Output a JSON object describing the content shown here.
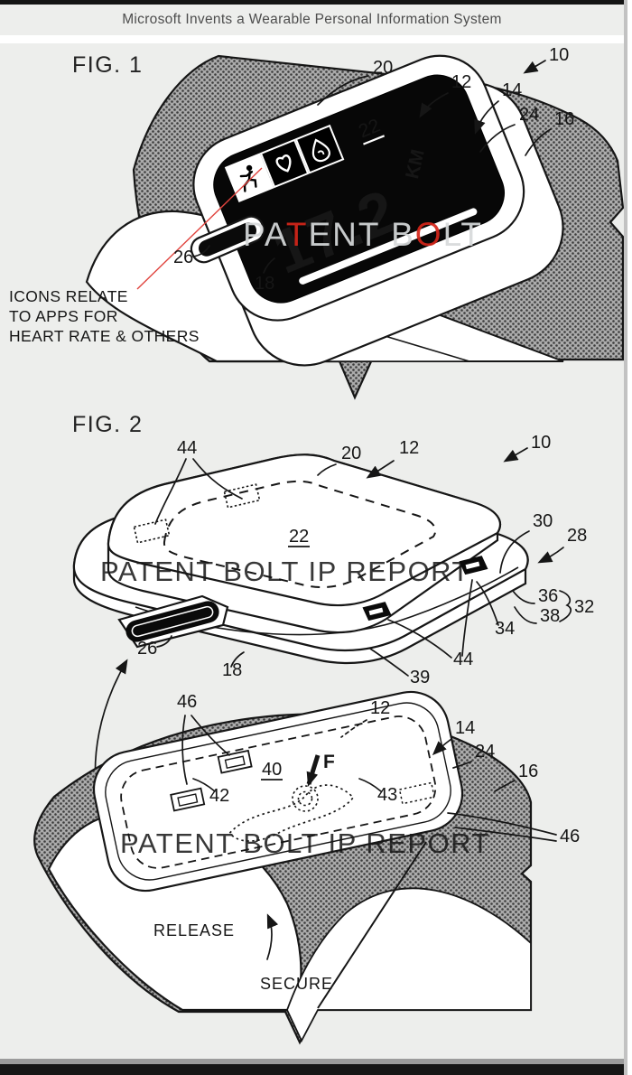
{
  "page": {
    "title": "Microsoft Invents a Wearable Personal Information System"
  },
  "colors": {
    "accent_red": "#e23a31",
    "line_black": "#161616",
    "band_gray": "#ababab",
    "watermark_gray": "#8f969a",
    "watermark_light": "#d7dadb"
  },
  "fig1": {
    "label": "FIG. 1",
    "screen": {
      "distance_value": "17.2",
      "distance_unit": "KM",
      "icons": [
        "runner-icon",
        "heart-icon",
        "droplet-icon"
      ]
    },
    "watermark": {
      "part1": "PA",
      "red_t": "T",
      "part2": "ENT B",
      "red_o": "O",
      "part3": "LT"
    },
    "note": {
      "line1": "ICONS RELATE",
      "line2": "TO APPS FOR",
      "line3": "HEART RATE & OTHERS"
    },
    "refs": {
      "system": "10",
      "display": "12",
      "inner_band": "14",
      "band": "16",
      "housing": "18",
      "cover": "20",
      "screen": "22",
      "rim": "24",
      "button": "26"
    }
  },
  "fig2": {
    "label": "FIG. 2",
    "watermark": "PATENT BOLT IP REPORT",
    "force_label": "F",
    "release_label": "RELEASE",
    "secure_label": "SECURE",
    "refs": {
      "system": "10",
      "display": "12",
      "inner_band": "14",
      "band": "16",
      "housing": "18",
      "cover": "20",
      "screen": "22",
      "rim": "24",
      "button": "26",
      "assembly": "28",
      "upper_portion": "30",
      "lower_portion": "32",
      "side_wall": "34",
      "seam_upper": "36",
      "seam_lower": "38",
      "base": "39",
      "receptacle": "40",
      "clip_recess": "42",
      "contact": "43",
      "clip": "44",
      "recess_clip": "46"
    }
  }
}
